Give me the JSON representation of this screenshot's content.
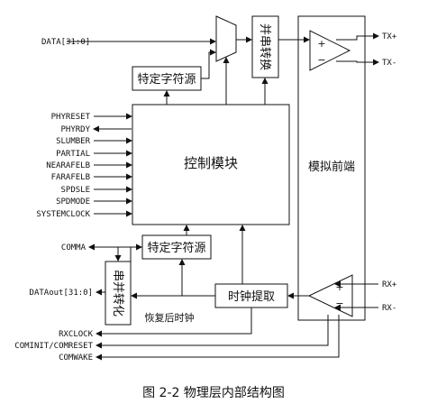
{
  "top_input": "DATA[31:0]",
  "mux_label": "",
  "special_char_source_top": "特定字符源",
  "parallel_to_serial": "并串转换",
  "analog_frontend": "模拟前端",
  "tx_plus": "TX+",
  "tx_minus": "TX-",
  "tx_amp_plus": "+",
  "tx_amp_minus": "−",
  "control_module": "控制模块",
  "control_signals": [
    "PHYRESET",
    "PHYRDY",
    "SLUMBER",
    "PARTIAL",
    "NEARAFELB",
    "FARAFELB",
    "SPDSLE",
    "SPDMODE",
    "SYSTEMCLOCK"
  ],
  "comma": "COMMA",
  "special_char_source_bottom": "特定字符源",
  "serial_to_parallel": "串并转化",
  "data_out": "DATAout[31:0]",
  "clock_extract": "时钟提取",
  "recovered_clock": "恢复后时钟",
  "rx_plus": "RX+",
  "rx_minus": "RX-",
  "rx_amp_plus": "+",
  "rx_amp_minus": "−",
  "bottom_outputs": [
    "RXCLOCK",
    "COMINIT/COMRESET",
    "COMWAKE"
  ],
  "caption": "图 2-2 物理层内部结构图"
}
